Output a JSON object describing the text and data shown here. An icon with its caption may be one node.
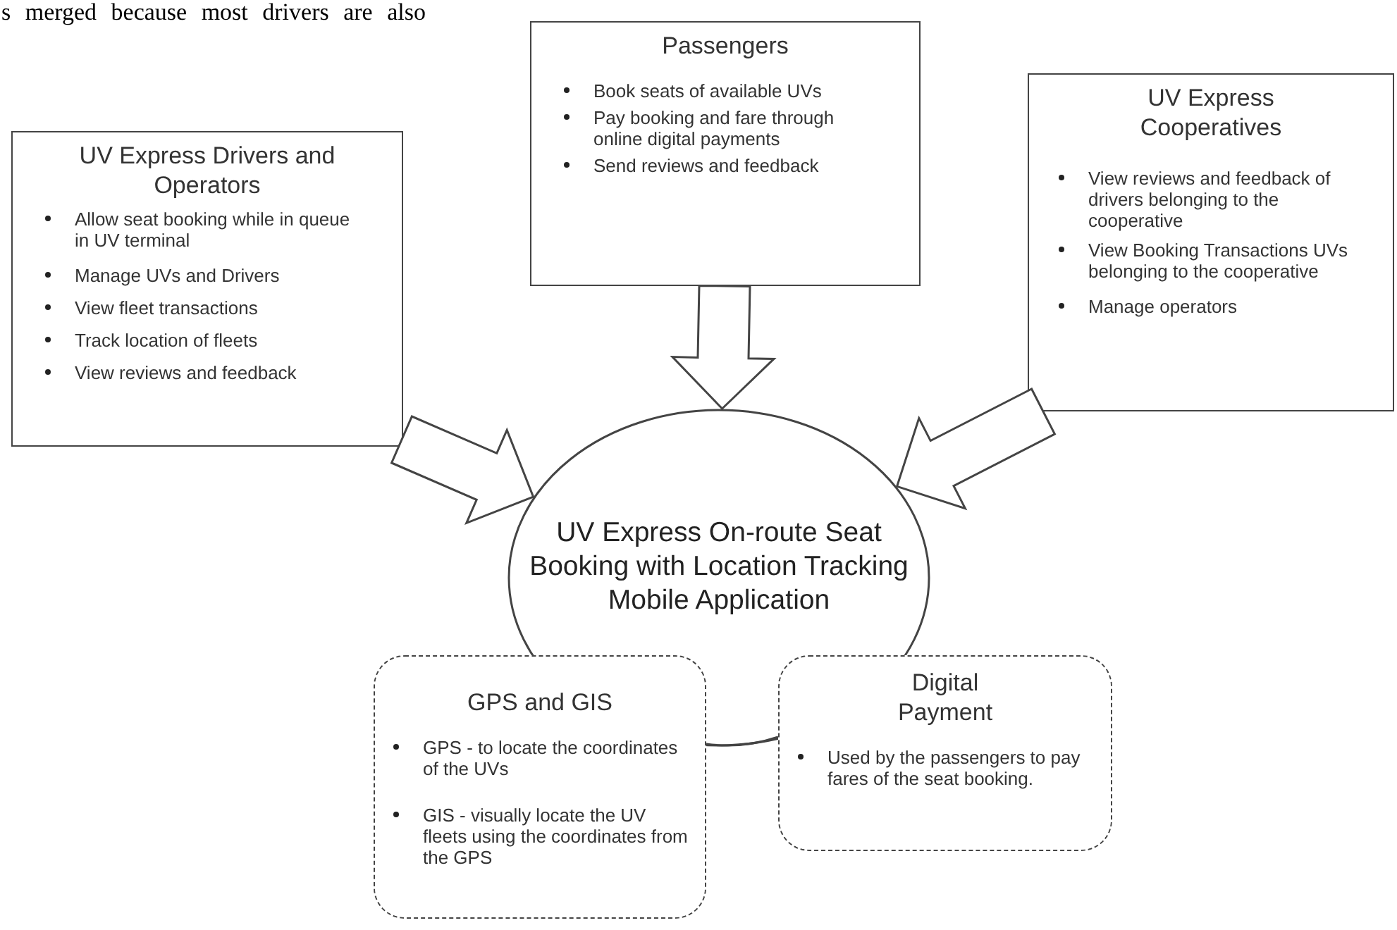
{
  "diagram": {
    "nodes": [
      {
        "text": [
          "UV Express Drivers and Operators",
          "Allow seat booking while in queue in UV terminal",
          "Manage UVs and Drivers",
          "View fleet transactions",
          "Track location of fleets",
          "View reviews and feedback"
        ]
      },
      {
        "text": [
          "Passengers",
          "Book seats of available UVs",
          "Pay booking and fare through online digital payments",
          "Send reviews and feedback"
        ]
      },
      {
        "text": [
          "UV Express Cooperatives",
          "View reviews and feedback of drivers belonging to the cooperative",
          "View Booking Transactions UVs belonging to the cooperative",
          "Manage operators"
        ]
      },
      {
        "text": [
          "UV Express On-route Seat Booking with Location Tracking Mobile Application"
        ]
      },
      {
        "text": [
          "GPS and GIS",
          "GPS - to locate the coordinates of the UVs",
          "GIS - visually locate the UV fleets using the coordinates from the GPS"
        ]
      },
      {
        "text": [
          "Digital Payment",
          "Used by the passengers to pay fares of the seat booking."
        ]
      }
    ],
    "edges": [
      {
        "from": 0,
        "to": 3,
        "arrow": "to",
        "style": "thick"
      },
      {
        "from": 1,
        "to": 3,
        "arrow": "to",
        "style": "thick"
      },
      {
        "from": 2,
        "to": 3,
        "arrow": "to",
        "style": "thick"
      },
      {
        "from": 4,
        "to": 5,
        "arrow": "none"
      }
    ],
    "labels": [
      "s merged because most drivers are also"
    ]
  }
}
